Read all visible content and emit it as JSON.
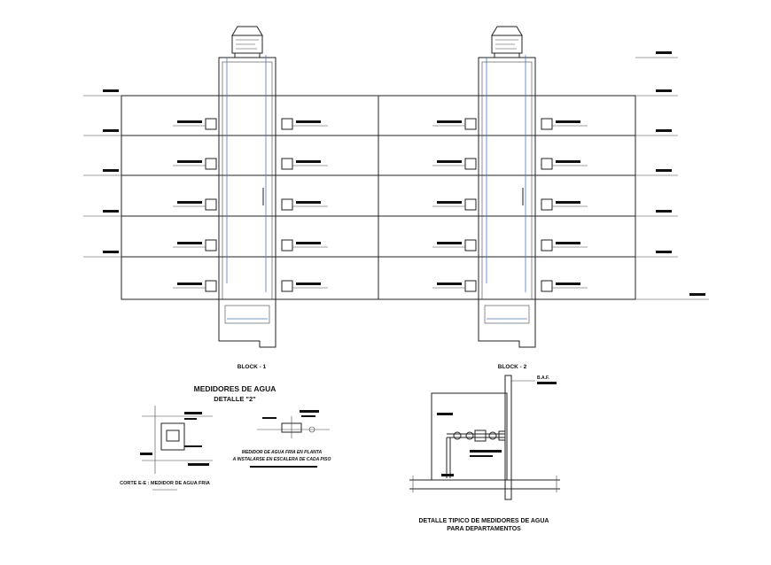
{
  "blocks": [
    {
      "label": "BLOCK - 1"
    },
    {
      "label": "BLOCK - 2"
    }
  ],
  "meter_detail": {
    "title": "MEDIDORES DE AGUA",
    "subtitle": "DETALLE \"2\"",
    "section_caption": "CORTE E-E : MEDIDOR DE AGUA FRIA",
    "plan_caption_line1": "MEDIDOR DE AGUA FRIA EN PLANTA",
    "plan_caption_line2": "A INSTALARSE EN ESCALERA DE CADA PISO"
  },
  "typical_detail": {
    "title_line1": "DETALLE TIPICO DE MEDIDORES DE AGUA",
    "title_line2": "PARA DEPARTAMENTOS",
    "pipe_tag": "B.A.F."
  },
  "floors": 5
}
